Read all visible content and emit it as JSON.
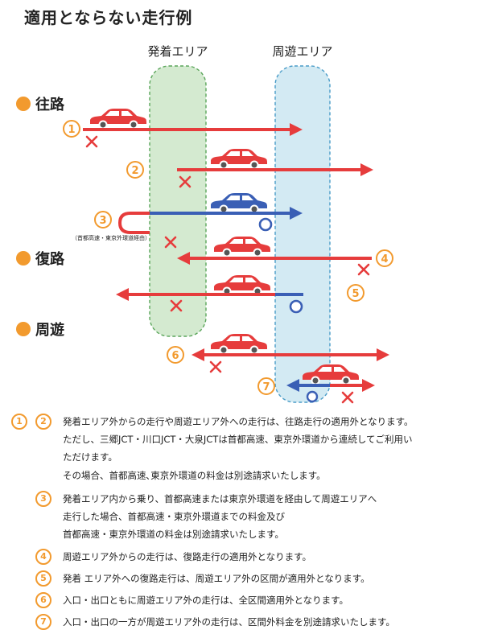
{
  "title": "適用とならない走行例",
  "zones": {
    "departure": "発着エリア",
    "excursion": "周遊エリア"
  },
  "sections": {
    "outbound": "往路",
    "return": "復路",
    "excursion": "周遊"
  },
  "route_numbers": [
    "①",
    "②",
    "③",
    "④",
    "⑤",
    "⑥",
    "⑦"
  ],
  "route3_note": "（首都高速・東京外環道経由）",
  "notes": {
    "n12_nums": [
      "①",
      "②"
    ],
    "n12_lines": [
      "発着エリア外からの走行や周遊エリア外への走行は、往路走行の適用外となります。",
      "ただし、三郷JCT・川口JCT・大泉JCTは首都高速、東京外環道から連続してご利用い",
      "ただけます。",
      "その場合、首都高速､東京外環道の料金は別途請求いたします。"
    ],
    "n3_num": "③",
    "n3_lines": [
      "発着エリア内から乗り、首都高速または東京外環道を経由して周遊エリアへ",
      "走行した場合、首都高速・東京外環道までの料金及び",
      "首都高速・東京外環道の料金は別途請求いたします。"
    ],
    "n4_num": "④",
    "n4_text": "周遊エリア外からの走行は、復路走行の適用外となります。",
    "n5_num": "⑤",
    "n5_text": "発着 エリア外への復路走行は、周遊エリア外の区間が適用外となります。",
    "n6_num": "⑥",
    "n6_text": "入口・出口ともに周遊エリア外の走行は、全区間適用外となります。",
    "n7_num": "⑦",
    "n7_text": "入口・出口の一方が周遊エリア外の走行は、区間外料金を別途請求いたします。"
  },
  "colors": {
    "red": "#e63c3c",
    "blue": "#3a5fb5",
    "orange": "#f29a2e",
    "departure_fill": "#d4ead0",
    "excursion_fill": "#d3eaf3",
    "cross": "#e63c3c"
  },
  "icons": [
    "car-icon",
    "cross-icon",
    "circle-icon",
    "orange-dot-icon"
  ]
}
